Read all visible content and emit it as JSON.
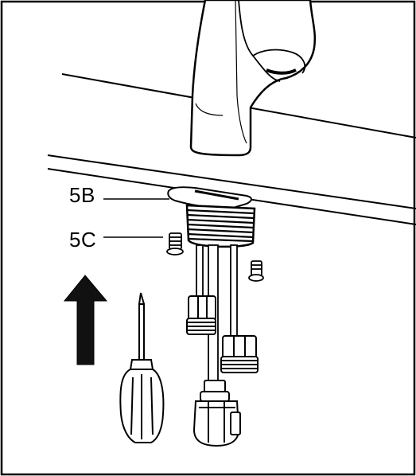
{
  "callouts": {
    "label_5b": "5B",
    "label_5c": "5C"
  },
  "colors": {
    "stroke": "#000000",
    "fill": "#ffffff",
    "arrow": "#111111",
    "shade": "#cfcfcf"
  },
  "direction_arrow": {
    "direction": "up",
    "style": "solid-black"
  }
}
